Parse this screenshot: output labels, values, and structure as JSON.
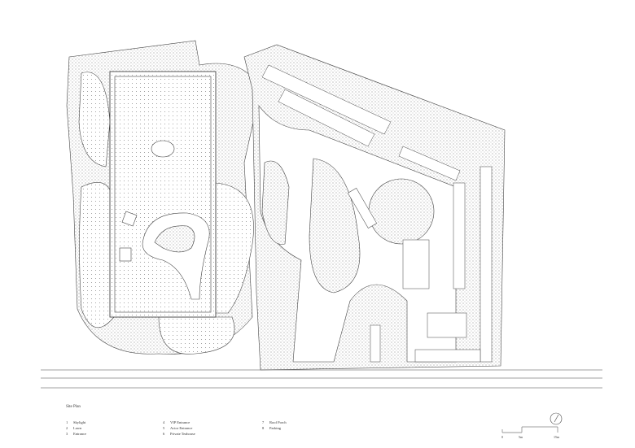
{
  "title": "Site Plan",
  "legend": [
    {
      "num": "1",
      "label": "Skylight"
    },
    {
      "num": "2",
      "label": "Lawn"
    },
    {
      "num": "3",
      "label": "Entrance"
    },
    {
      "num": "4",
      "label": "VIP Entrance"
    },
    {
      "num": "5",
      "label": "Actor Entrance"
    },
    {
      "num": "6",
      "label": "Private Teahouse"
    },
    {
      "num": "7",
      "label": "Roof Porch"
    },
    {
      "num": "8",
      "label": "Parking"
    }
  ],
  "scale": {
    "labels": [
      "0",
      "5m",
      "15m"
    ]
  },
  "colors": {
    "line": "#444444",
    "stipple": "#9a9a9a"
  }
}
